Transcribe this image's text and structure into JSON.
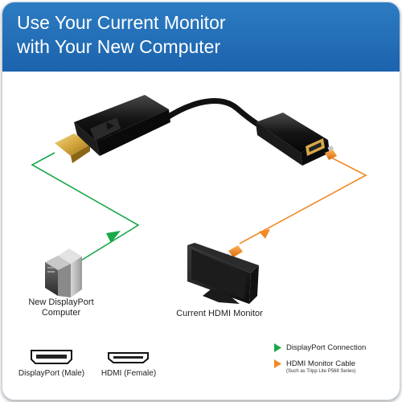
{
  "title": {
    "line1": "Use Your Current Monitor",
    "line2": "with Your New Computer"
  },
  "devices": {
    "computer_label_line1": "New DisplayPort",
    "computer_label_line2": "Computer",
    "monitor_label": "Current HDMI Monitor"
  },
  "ports": {
    "displayport_label": "DisplayPort (Male)",
    "hdmi_label": "HDMI (Female)"
  },
  "legend": {
    "displayport": {
      "label": "DisplayPort Connection",
      "color": "#1aa84a"
    },
    "hdmi": {
      "label": "HDMI Monitor Cable",
      "sublabel": "(Such as Tripp Lite P568 Series)",
      "color": "#f08a24"
    }
  },
  "colors": {
    "header": "#1f69b2",
    "card_border": "#c9d4df"
  }
}
